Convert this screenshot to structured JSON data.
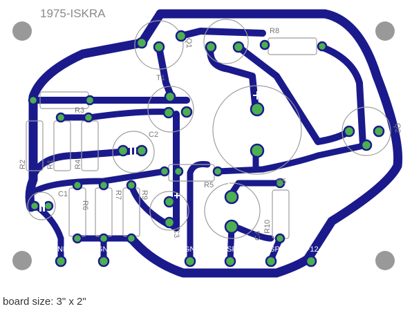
{
  "title": "1975-ISKRA",
  "footer": "board size: 3\" x 2\"",
  "components": {
    "q1": "Q1",
    "t1": "T1",
    "r8": "R8",
    "r3": "R3",
    "r2": "R2",
    "r1": "R1",
    "r4": "R4",
    "c2": "C2",
    "q2": "Q2",
    "r5": "R5",
    "c1": "C1",
    "r6": "R6",
    "r7": "R7",
    "r9": "R9",
    "c3": "C3",
    "c4": "C4",
    "r10": "R10",
    "c5": "C5"
  },
  "connectors": {
    "input": "INPUT",
    "gnd1": "GND`",
    "gnd2": "GND",
    "lsp2": "LSP2",
    "lsp5": "LSP5",
    "vcc": "+12-14V"
  },
  "colors": {
    "trace": "#1a1a8c",
    "pad": "#4caf50",
    "outline": "#9e9e9e",
    "mount_hole": "#999999"
  }
}
